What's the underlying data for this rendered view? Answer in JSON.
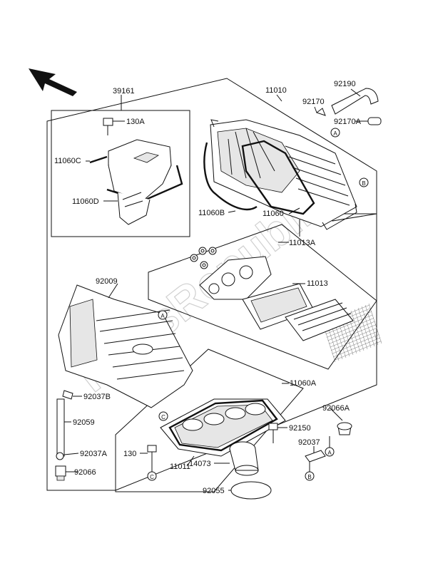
{
  "watermark": "PartsRepublik",
  "callouts": {
    "p39161": "39161",
    "p11010": "11010",
    "p92190": "92190",
    "p92170": "92170",
    "p92170A": "92170A",
    "p130A": "130A",
    "p11060C": "11060C",
    "p11060D": "11060D",
    "p11060B": "11060B",
    "p11060": "11060",
    "p11013A": "11013A",
    "p11013": "11013",
    "p92009": "92009",
    "p92037B": "92037B",
    "p11060A": "11060A",
    "p92059": "92059",
    "p92066A": "92066A",
    "p92150": "92150",
    "p92037": "92037",
    "p92037A": "92037A",
    "p130": "130",
    "p11011": "11011",
    "p14073": "14073",
    "p92066": "92066",
    "p92055": "92055"
  },
  "markers": {
    "A": "A",
    "B": "B",
    "C": "C"
  }
}
